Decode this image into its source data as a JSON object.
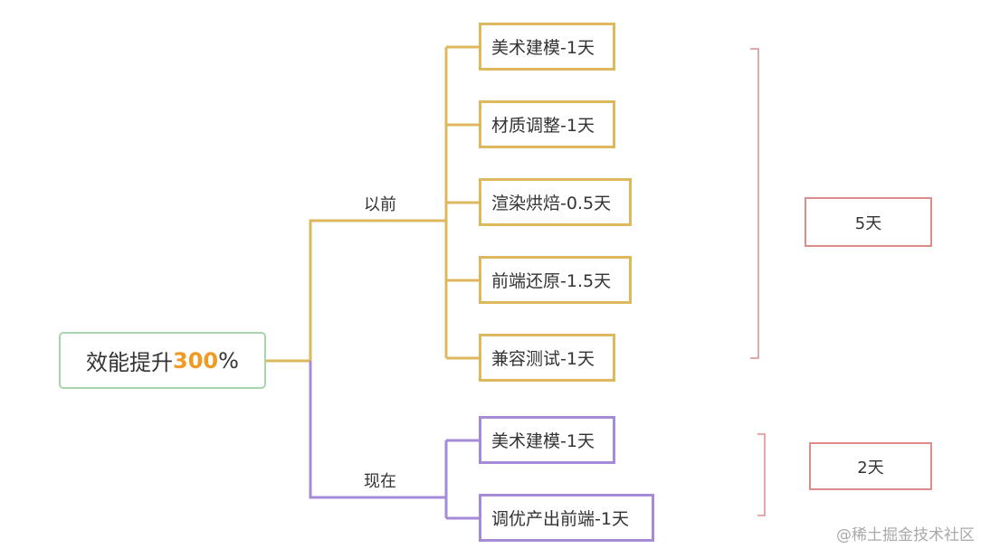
{
  "root": {
    "prefix": "效能提升",
    "highlight": "300",
    "suffix": "%"
  },
  "branches": {
    "before": {
      "label": "以前",
      "tasks": [
        "美术建模-1天",
        "材质调整-1天",
        "渲染烘焙-0.5天",
        "前端还原-1.5天",
        "兼容测试-1天"
      ],
      "total": "5天"
    },
    "now": {
      "label": "现在",
      "tasks": [
        "美术建模-1天",
        "调优产出前端-1天"
      ],
      "total": "2天"
    }
  },
  "colors": {
    "before": "#deb85c",
    "now": "#a58ad8",
    "root_border": "#a8d5ae",
    "highlight": "#f09a23",
    "bracket": "#dd8c8c"
  },
  "watermark": "@稀土掘金技术社区"
}
